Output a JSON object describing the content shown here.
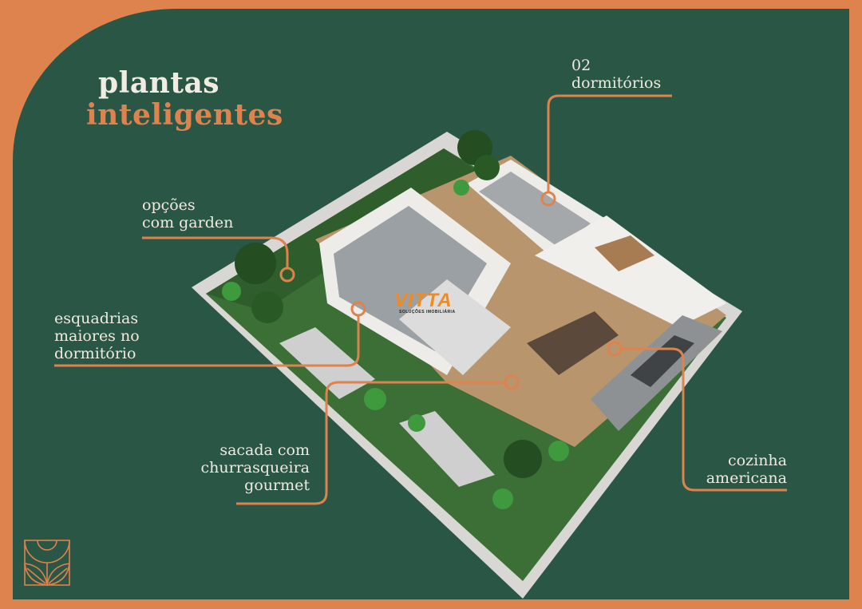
{
  "title": {
    "line1": "plantas",
    "line2": "inteligentes"
  },
  "callouts": [
    {
      "id": "dormitorios",
      "text": "02\ndormitórios"
    },
    {
      "id": "garden",
      "text": "opções\ncom garden"
    },
    {
      "id": "esquadrias",
      "text": "esquadrias\nmaiores no\ndormitório"
    },
    {
      "id": "sacada",
      "text": "sacada com\nchurrasqueira\ngourmet"
    },
    {
      "id": "cozinha",
      "text": "cozinha\namericana"
    }
  ],
  "watermark": {
    "brand": "VITTA",
    "tagline": "SOLUÇÕES IMOBILIÁRIA"
  },
  "colors": {
    "background_orange": "#de824e",
    "panel_green": "#2a5646",
    "text_cream": "#efeae0",
    "accent_orange": "#de824e",
    "lawn_green": "#3f7a3a",
    "wall_white": "#e8e6e2",
    "floor_wood": "#b8956c"
  }
}
